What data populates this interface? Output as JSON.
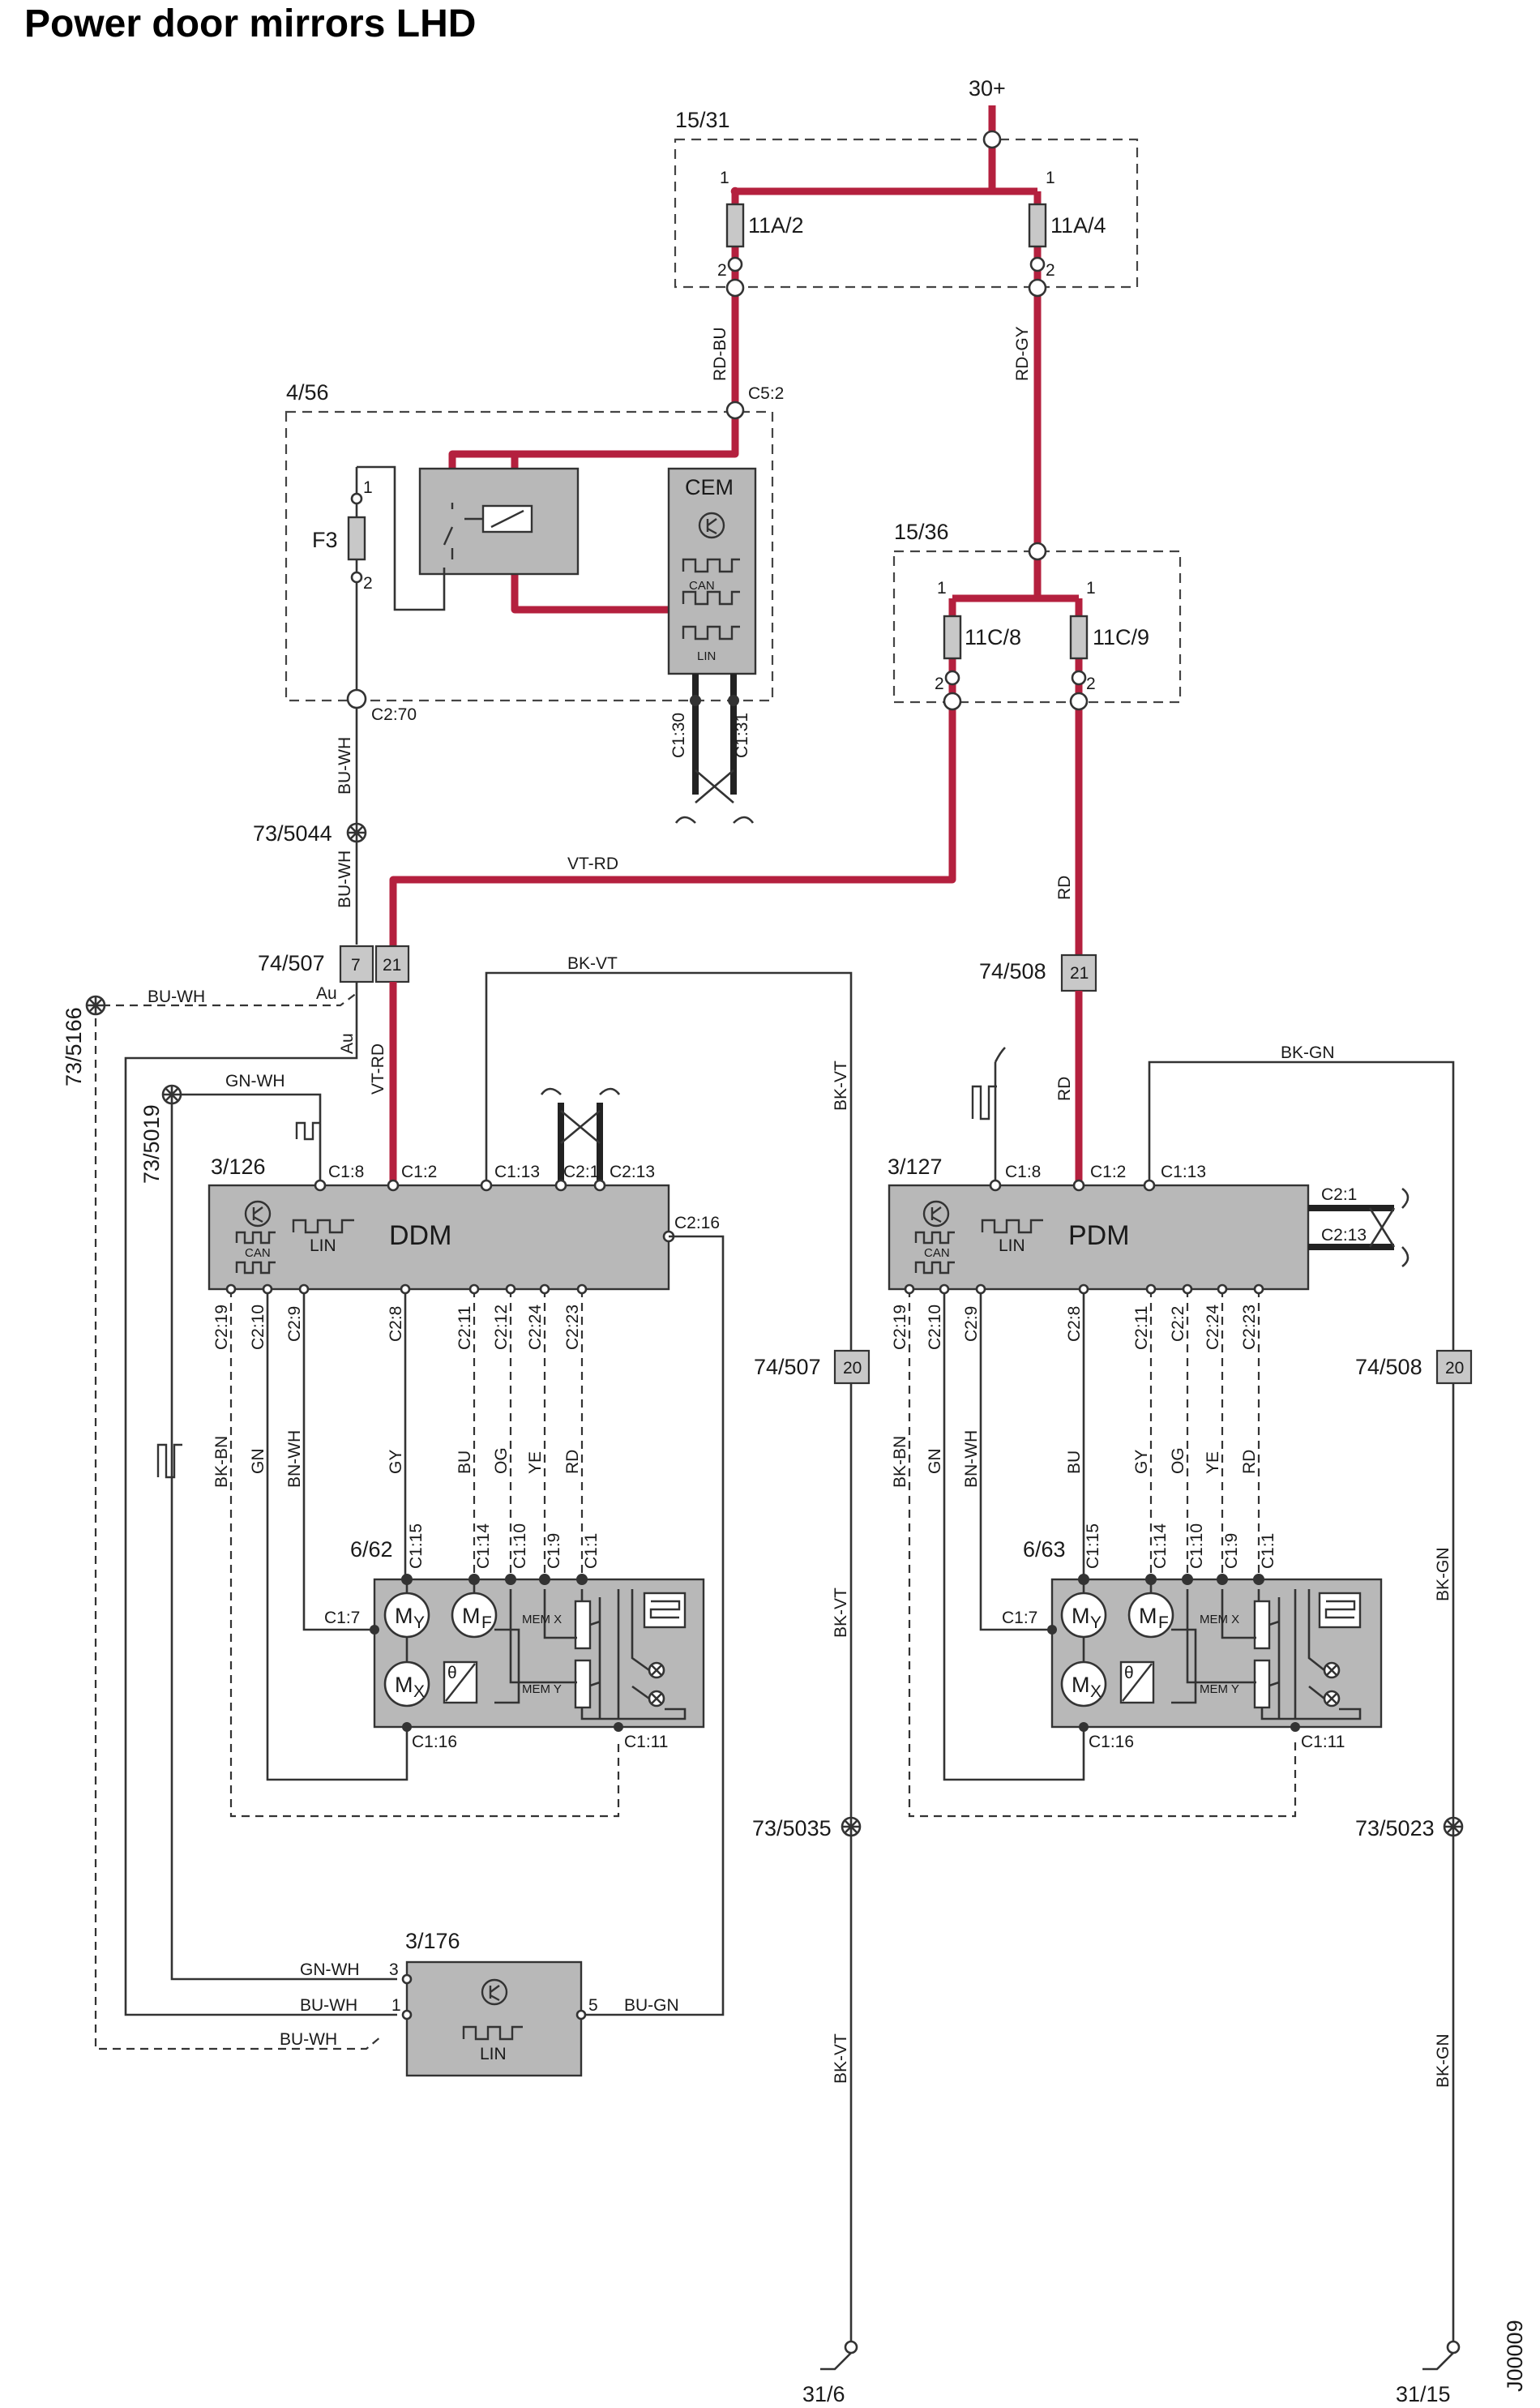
{
  "title": "Power door mirrors LHD",
  "drawing_id": "J00009",
  "supply": "30+",
  "grounds": [
    "31/6",
    "31/15"
  ],
  "fuse_box_top": {
    "id": "15/31",
    "fuses": [
      "11A/2",
      "11A/4"
    ]
  },
  "fuse_box_mid": {
    "id": "15/36",
    "fuses": [
      "11C/8",
      "11C/9"
    ]
  },
  "cem_box": {
    "id": "4/56",
    "fuse": "F3",
    "name": "CEM",
    "can": "CAN",
    "lin": "LIN",
    "conn_top": "C5:2",
    "conn_bottom": "C2:70",
    "bus_a": "C1:30",
    "bus_b": "C1:31"
  },
  "pins": {
    "p1": "1",
    "p2": "2",
    "p3": "3",
    "p5": "5",
    "p7": "7",
    "p20": "20",
    "p21": "21"
  },
  "wires": {
    "rd_bu": "RD-BU",
    "rd_gy": "RD-GY",
    "bu_wh": "BU-WH",
    "vt_rd": "VT-RD",
    "rd": "RD",
    "bk_vt": "BK-VT",
    "bk_gn": "BK-GN",
    "gn_wh": "GN-WH",
    "bu_gn": "BU-GN",
    "bk_bn": "BK-BN",
    "gn": "GN",
    "bn_wh": "BN-WH",
    "gy": "GY",
    "bu": "BU",
    "og": "OG",
    "ye": "YE",
    "au": "Au"
  },
  "splices": [
    "73/5044",
    "73/5166",
    "73/5019",
    "73/5035",
    "73/5023"
  ],
  "connectors": [
    "74/507",
    "74/508"
  ],
  "ddm": {
    "id": "3/126",
    "name": "DDM"
  },
  "pdm": {
    "id": "3/127",
    "name": "PDM"
  },
  "module_176": {
    "id": "3/176"
  },
  "mirror_left": {
    "id": "6/62"
  },
  "mirror_right": {
    "id": "6/63"
  },
  "pin_labels": {
    "c18": "C1:8",
    "c12": "C1:2",
    "c113": "C1:13",
    "c21": "C2:1",
    "c213": "C2:13",
    "c216": "C2:16",
    "c219": "C2:19",
    "c210": "C2:10",
    "c29": "C2:9",
    "c28": "C2:8",
    "c211": "C2:11",
    "c212": "C2:12",
    "c22": "C2:2",
    "c224": "C2:24",
    "c223": "C2:23",
    "c115": "C1:15",
    "c114": "C1:14",
    "c110": "C1:10",
    "c19": "C1:9",
    "c11": "C1:1",
    "c17": "C1:7",
    "c116": "C1:16",
    "c111": "C1:11"
  },
  "mirror_labels": {
    "my": "M",
    "mx": "M",
    "mf": "M",
    "sub_y": "Y",
    "sub_x": "X",
    "sub_f": "F",
    "mem_x": "MEM X",
    "mem_y": "MEM Y",
    "theta": "θ"
  }
}
